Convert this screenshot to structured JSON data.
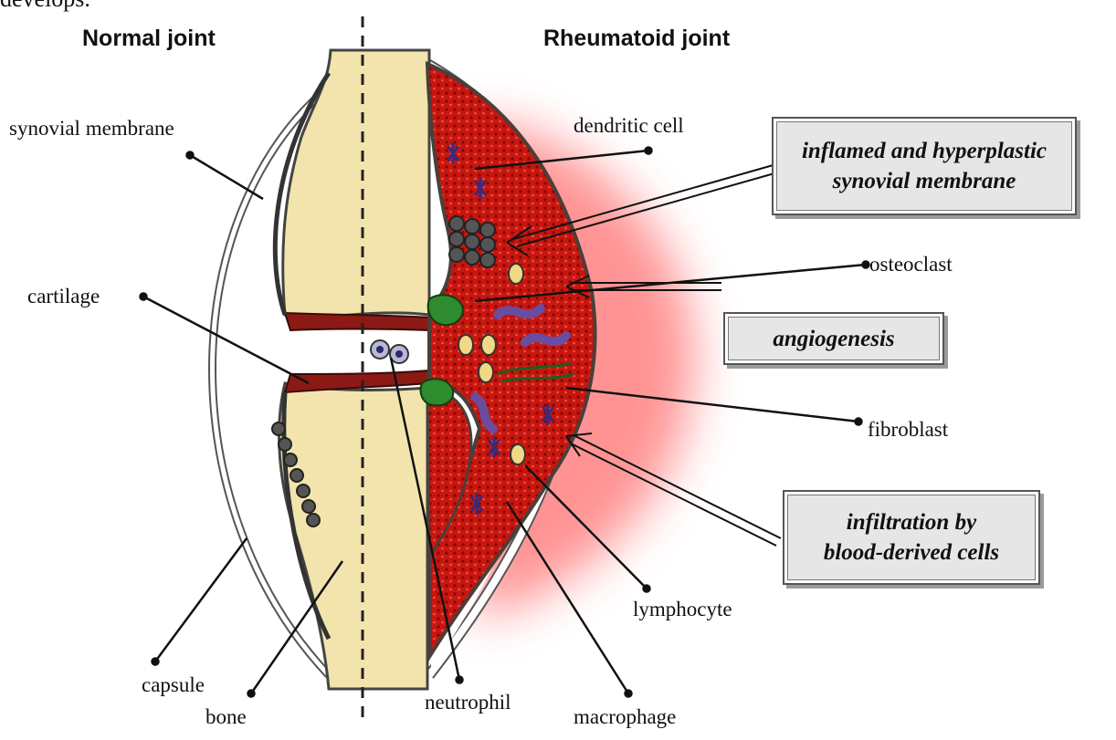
{
  "headers": {
    "normal": "Normal joint",
    "rheumatoid": "Rheumatoid joint"
  },
  "top_cut_text": "develops.",
  "labels": {
    "synovial_membrane": "synovial membrane",
    "cartilage": "cartilage",
    "capsule": "capsule",
    "bone": "bone",
    "neutrophil": "neutrophil",
    "macrophage": "macrophage",
    "lymphocyte": "lymphocyte",
    "fibroblast": "fibroblast",
    "osteoclast": "osteoclast",
    "dendritic_cell": "dendritic cell"
  },
  "callouts": {
    "inflamed": [
      "inflamed and hyperplastic",
      "synovial membrane"
    ],
    "angiogenesis": [
      "angiogenesis"
    ],
    "infiltration": [
      "infiltration by",
      "blood-derived cells"
    ]
  },
  "colors": {
    "bone": "#f2e4ac",
    "cartilage": "#8b1a14",
    "synovium": "#c0160f",
    "inflammation_glow": "#ff8a8a",
    "callout_bg": "#e6e6e6"
  }
}
